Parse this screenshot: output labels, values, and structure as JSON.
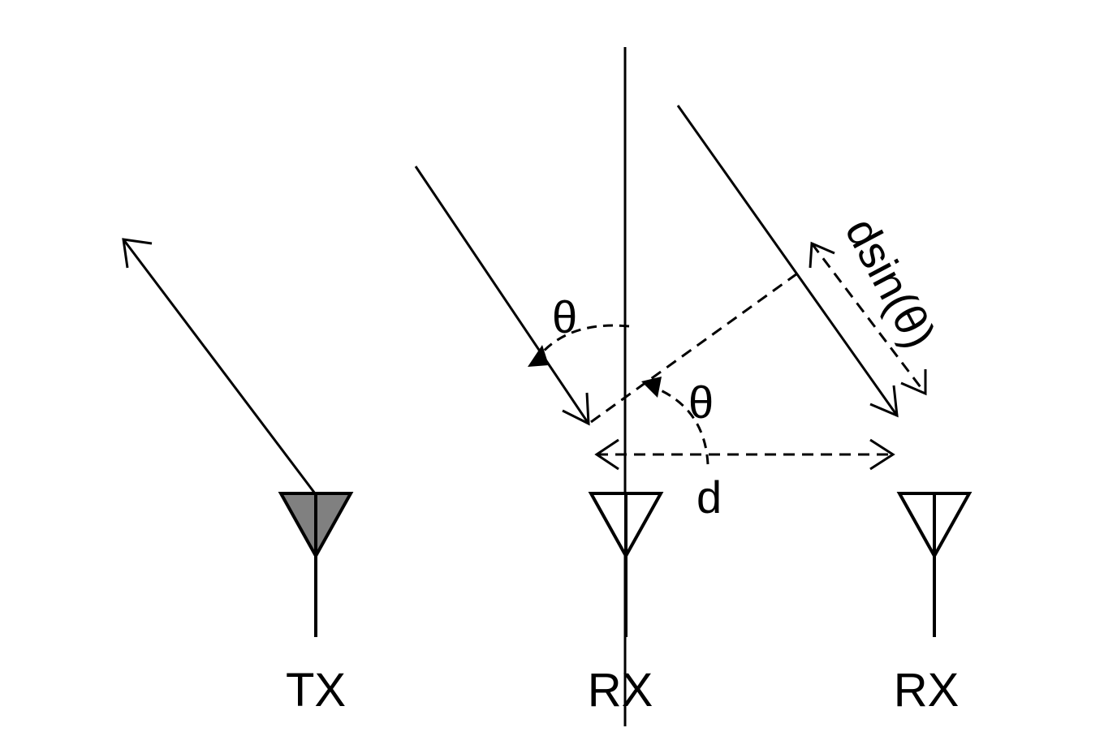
{
  "antennas": [
    {
      "label": "TX",
      "role": "transmitter",
      "fill": "#808080"
    },
    {
      "label": "RX",
      "role": "receiver",
      "fill": "#ffffff"
    },
    {
      "label": "RX",
      "role": "receiver",
      "fill": "#ffffff"
    }
  ],
  "annotations": {
    "theta_top": "θ",
    "theta_bottom": "θ",
    "spacing": "d",
    "path_difference": "dsin(θ)"
  },
  "colors": {
    "stroke": "#000000",
    "tx_fill": "#808080",
    "background": "#ffffff"
  }
}
